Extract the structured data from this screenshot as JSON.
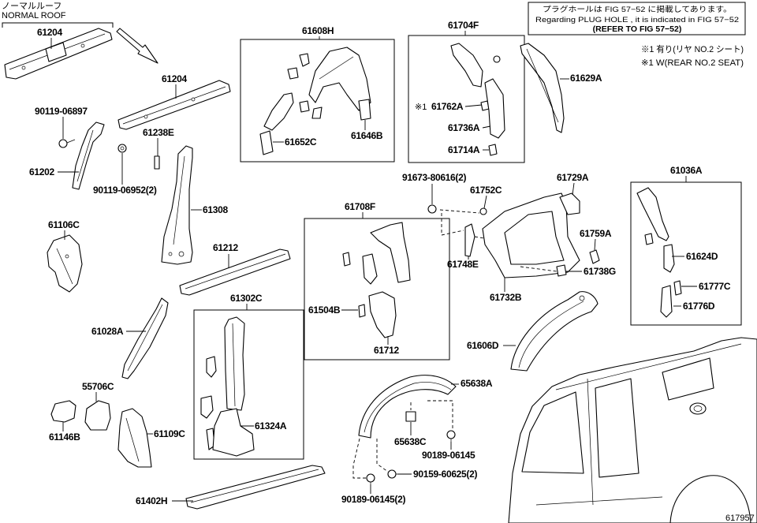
{
  "figure_number": "617957",
  "roof_variant": {
    "jp": "ノーマルルーフ",
    "en": "NORMAL ROOF"
  },
  "note": {
    "jp": "プラグホールは FIG 57−52 に掲載してあります。",
    "en": "Regarding  PLUG HOLE , it is indicated in FIG 57−52",
    "refer": "(REFER TO FIG 57−52)"
  },
  "footnotes": {
    "jp": "※1  有り(リヤ NO.2 シート)",
    "en": "※1  W(REAR NO.2 SEAT)"
  },
  "footnote_marker": "※1",
  "callouts": {
    "c61204a": "61204",
    "c61204b": "61204",
    "c90119_06897": "90119-06897",
    "c61202": "61202",
    "c61238E": "61238E",
    "c90119_06952": "90119-06952(2)",
    "c61308": "61308",
    "c61106C": "61106C",
    "c61212": "61212",
    "c61302C": "61302C",
    "c61028A": "61028A",
    "c55706C": "55706C",
    "c61146B": "61146B",
    "c61109C": "61109C",
    "c61324A": "61324A",
    "c61402H": "61402H",
    "c61608H": "61608H",
    "c61652C": "61652C",
    "c61646B": "61646B",
    "c61704F": "61704F",
    "c61762A": "61762A",
    "c61736A": "61736A",
    "c61714A": "61714A",
    "c61629A": "61629A",
    "c91673_80616": "91673-80616(2)",
    "c61752C": "61752C",
    "c61729A": "61729A",
    "c61036A": "61036A",
    "c61708F": "61708F",
    "c61759A": "61759A",
    "c61624D": "61624D",
    "c61748E": "61748E",
    "c61738G": "61738G",
    "c61777C": "61777C",
    "c61776D": "61776D",
    "c61732B": "61732B",
    "c61504B": "61504B",
    "c61712": "61712",
    "c61606D": "61606D",
    "c65638A": "65638A",
    "c65638C": "65638C",
    "c90189_06145": "90189-06145",
    "c90159_60625": "90159-60625(2)",
    "c90189_06145_2": "90189-06145(2)"
  }
}
